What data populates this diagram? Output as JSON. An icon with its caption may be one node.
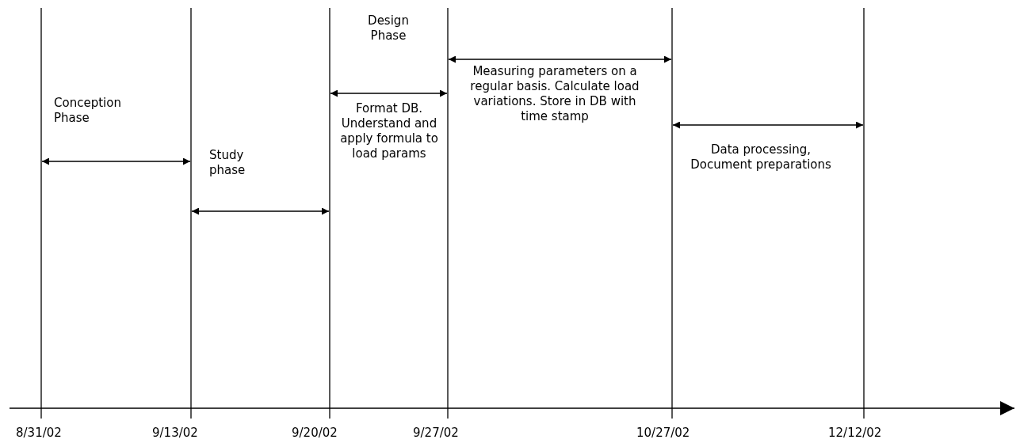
{
  "diagram": {
    "labels": [
      "Conception Phase",
      "Study phase",
      "Design Phase",
      "Format DB. Understand and apply formula to load params",
      "Measuring parameters on a regular basis. Calculate load variations. Store in DB with time stamp",
      "Data processing, Document preparations",
      "8/31/02",
      "9/13/02",
      "9/20/02",
      "9/27/02",
      "10/27/02",
      "12/12/02"
    ]
  }
}
